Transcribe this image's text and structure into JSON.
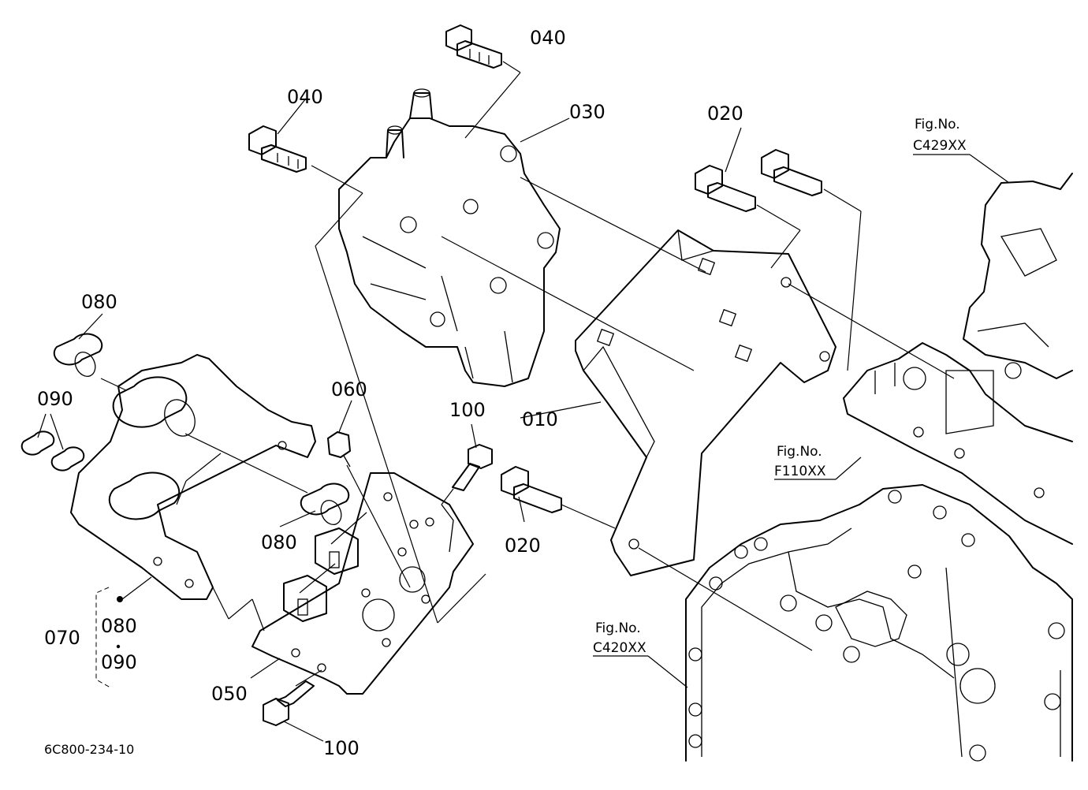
{
  "diagram": {
    "code": "6C800-234-10",
    "parts": [
      {
        "id": "p010",
        "number": "010"
      },
      {
        "id": "p020a",
        "number": "020"
      },
      {
        "id": "p020b",
        "number": "020"
      },
      {
        "id": "p030",
        "number": "030"
      },
      {
        "id": "p040a",
        "number": "040"
      },
      {
        "id": "p040b",
        "number": "040"
      },
      {
        "id": "p050",
        "number": "050"
      },
      {
        "id": "p060",
        "number": "060"
      },
      {
        "id": "p070",
        "number": "070"
      },
      {
        "id": "p080a",
        "number": "080"
      },
      {
        "id": "p080b",
        "number": "080"
      },
      {
        "id": "p080c",
        "number": "080"
      },
      {
        "id": "p090a",
        "number": "090"
      },
      {
        "id": "p090b",
        "number": "090"
      },
      {
        "id": "p100a",
        "number": "100"
      },
      {
        "id": "p100b",
        "number": "100"
      }
    ],
    "figure_refs": [
      {
        "id": "c429",
        "caption": "Fig.No.",
        "number": "C429XX"
      },
      {
        "id": "f110",
        "caption": "Fig.No.",
        "number": "F110XX"
      },
      {
        "id": "c420",
        "caption": "Fig.No.",
        "number": "C420XX"
      }
    ]
  }
}
